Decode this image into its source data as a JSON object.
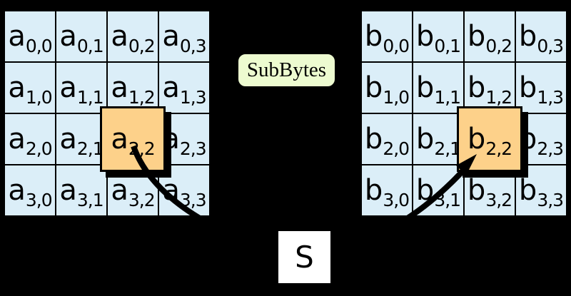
{
  "operation": {
    "label": "SubBytes"
  },
  "sbox": {
    "label": "S"
  },
  "left_grid": {
    "cells": [
      {
        "b": "a",
        "s": "0,0"
      },
      {
        "b": "a",
        "s": "0,1"
      },
      {
        "b": "a",
        "s": "0,2"
      },
      {
        "b": "a",
        "s": "0,3"
      },
      {
        "b": "a",
        "s": "1,0"
      },
      {
        "b": "a",
        "s": "1,1"
      },
      {
        "b": "a",
        "s": "1,2"
      },
      {
        "b": "a",
        "s": "1,3"
      },
      {
        "b": "a",
        "s": "2,0"
      },
      {
        "b": "a",
        "s": "2,1"
      },
      {
        "b": "a",
        "s": "2,2"
      },
      {
        "b": "a",
        "s": "2,3"
      },
      {
        "b": "a",
        "s": "3,0"
      },
      {
        "b": "a",
        "s": "3,1"
      },
      {
        "b": "a",
        "s": "3,2"
      },
      {
        "b": "a",
        "s": "3,3"
      }
    ]
  },
  "right_grid": {
    "cells": [
      {
        "b": "b",
        "s": "0,0"
      },
      {
        "b": "b",
        "s": "0,1"
      },
      {
        "b": "b",
        "s": "0,2"
      },
      {
        "b": "b",
        "s": "0,3"
      },
      {
        "b": "b",
        "s": "1,0"
      },
      {
        "b": "b",
        "s": "1,1"
      },
      {
        "b": "b",
        "s": "1,2"
      },
      {
        "b": "b",
        "s": "1,3"
      },
      {
        "b": "b",
        "s": "2,0"
      },
      {
        "b": "b",
        "s": "2,1"
      },
      {
        "b": "b",
        "s": "2,2"
      },
      {
        "b": "b",
        "s": "2,3"
      },
      {
        "b": "b",
        "s": "3,0"
      },
      {
        "b": "b",
        "s": "3,1"
      },
      {
        "b": "b",
        "s": "3,2"
      },
      {
        "b": "b",
        "s": "3,3"
      }
    ]
  },
  "highlights": {
    "a": {
      "b": "a",
      "s": "2,2"
    },
    "b": {
      "b": "b",
      "s": "2,2"
    }
  },
  "colors": {
    "background": "#000000",
    "cell_fill": "#dbeef8",
    "cell_border": "#000000",
    "highlight_fill": "#fdd18a",
    "operation_fill": "#edfbd0",
    "sbox_fill": "#ffffff",
    "arrow": "#000000",
    "text": "#000000"
  }
}
